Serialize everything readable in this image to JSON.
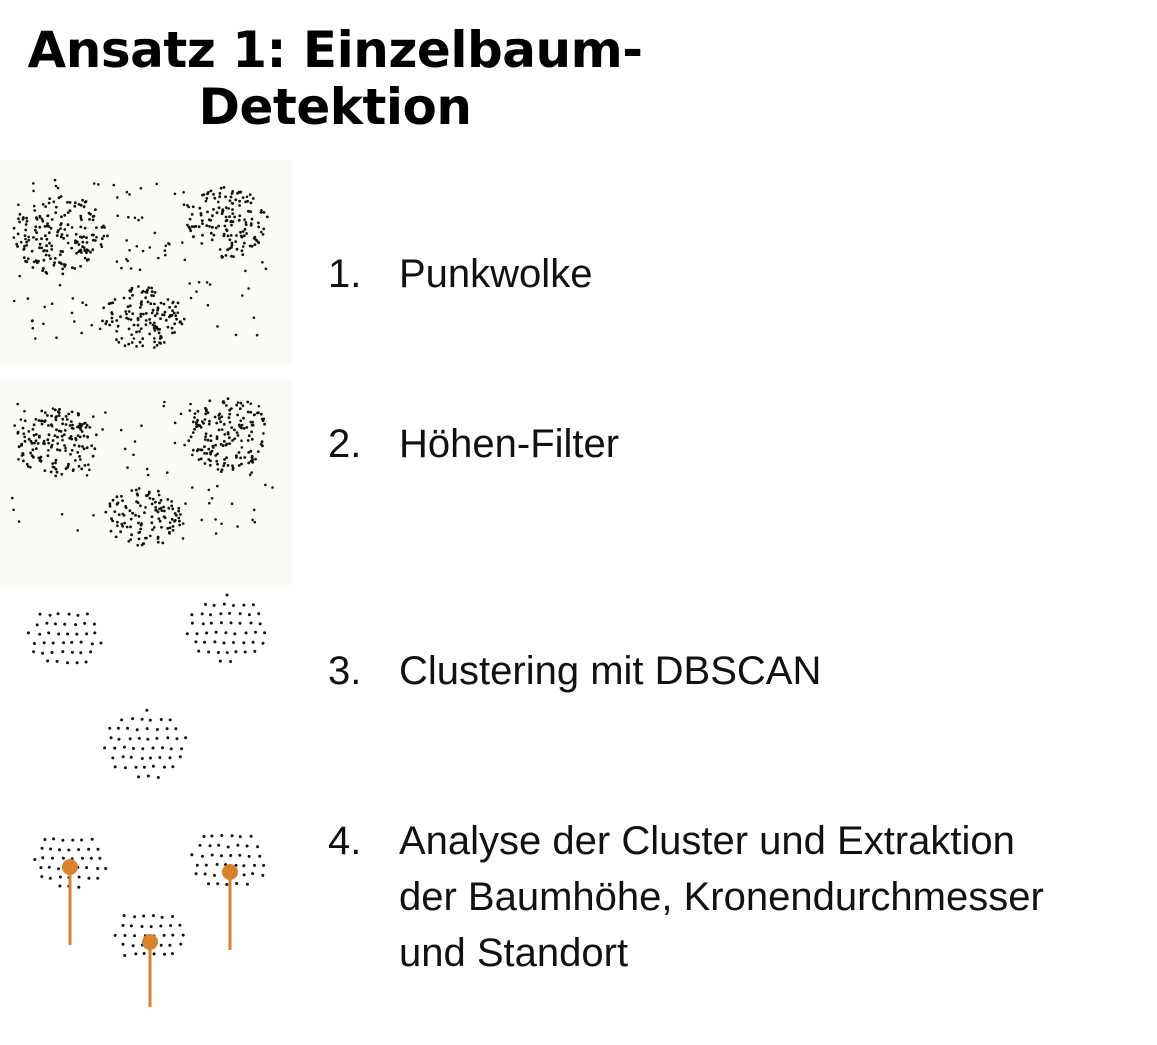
{
  "title": {
    "line1": "Ansatz 1: Einzelbaum-",
    "line2": "Detektion"
  },
  "steps": [
    {
      "number": "1.",
      "label": "Punkwolke"
    },
    {
      "number": "2.",
      "label": "Höhen-Filter"
    },
    {
      "number": "3.",
      "label": "Clustering mit DBSCAN"
    },
    {
      "number": "4.",
      "label_lines": [
        "Analyse der Cluster und Extraktion",
        "der Baumhöhe, Kronendurchmesser",
        "und Standort"
      ]
    }
  ],
  "colors": {
    "points": "#111111",
    "stem": "#d9822b",
    "panel_bg": "#fbfaf6"
  },
  "icons": [
    "point-cloud-raw",
    "point-cloud-filtered",
    "point-clusters",
    "tree-stems"
  ]
}
